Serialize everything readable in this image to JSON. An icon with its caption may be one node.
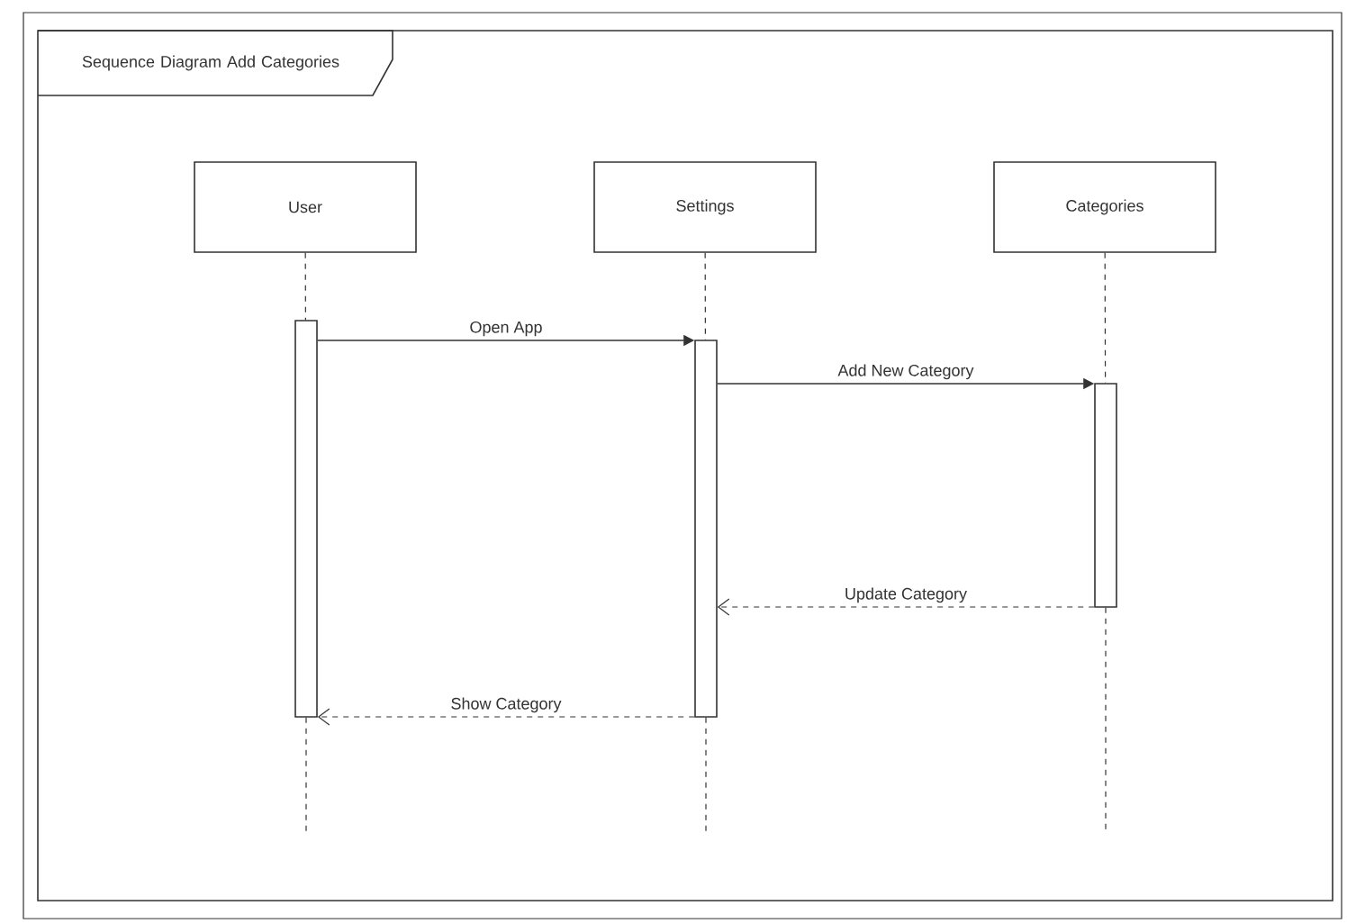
{
  "diagram": {
    "title": "Sequence Diagram Add Categories",
    "nodes": [
      {
        "text": [
          "User"
        ]
      },
      {
        "text": [
          "Settings"
        ]
      },
      {
        "text": [
          "Categories"
        ]
      },
      {
        "text": [],
        "shape": "bar"
      },
      {
        "text": [],
        "shape": "bar"
      },
      {
        "text": [],
        "shape": "bar"
      }
    ],
    "edges": [
      {
        "from": 0,
        "to": 3,
        "arrow": "none",
        "style": "dashed"
      },
      {
        "from": 1,
        "to": 4,
        "arrow": "none",
        "style": "dashed"
      },
      {
        "from": 2,
        "to": 5,
        "arrow": "none",
        "style": "dashed"
      },
      {
        "from": 3,
        "to": 4,
        "arrow": "to",
        "label": "Open App"
      },
      {
        "from": 4,
        "to": 5,
        "arrow": "to",
        "label": "Add New Category"
      },
      {
        "from": 5,
        "to": 4,
        "arrow": "to",
        "label": "Update Category",
        "style": "dashed"
      },
      {
        "from": 4,
        "to": 3,
        "arrow": "to",
        "label": "Show Category",
        "style": "dashed"
      }
    ]
  }
}
